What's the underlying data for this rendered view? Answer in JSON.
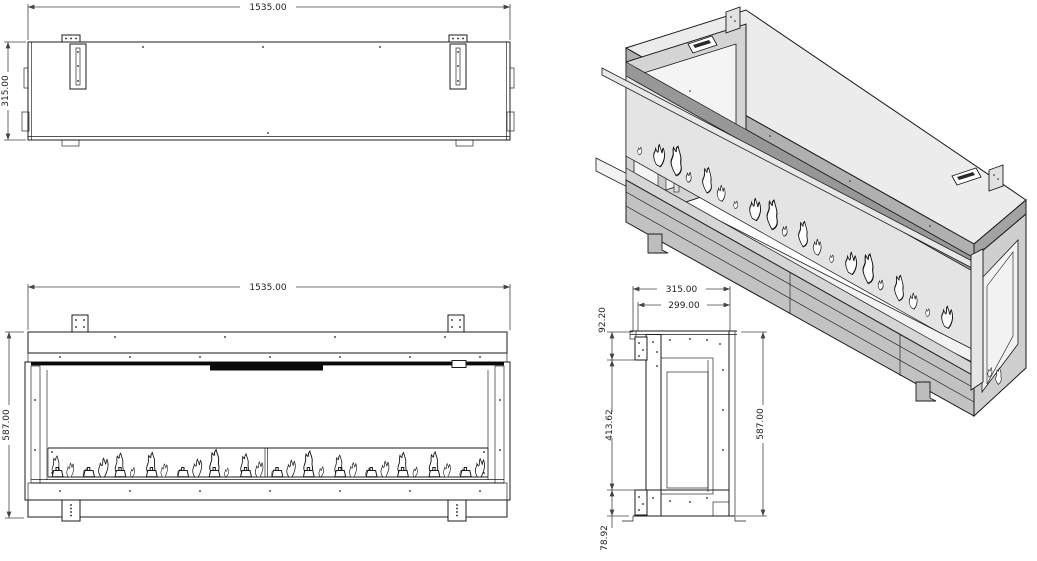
{
  "drawing": {
    "views": {
      "top": {
        "name": "top-view",
        "dims": {
          "width": "1535.00",
          "depth": "315.00"
        }
      },
      "front": {
        "name": "front-view",
        "dims": {
          "width": "1535.00",
          "height": "587.00"
        }
      },
      "side": {
        "name": "side-view",
        "dims": {
          "depth": "315.00",
          "inner_depth": "299.00",
          "top_section": "92.20",
          "opening_height": "413.62",
          "base_height": "78.92",
          "height": "587.00"
        }
      },
      "isometric": {
        "name": "isometric-view"
      }
    },
    "colors": {
      "line": "#1b1b1b",
      "dimension": "#444444",
      "iso_top_face": "#ececec",
      "iso_fascia": "#b0b0b0",
      "iso_end_face": "#d4d4d4",
      "iso_shadow": "#979797",
      "background": "#ffffff"
    }
  }
}
